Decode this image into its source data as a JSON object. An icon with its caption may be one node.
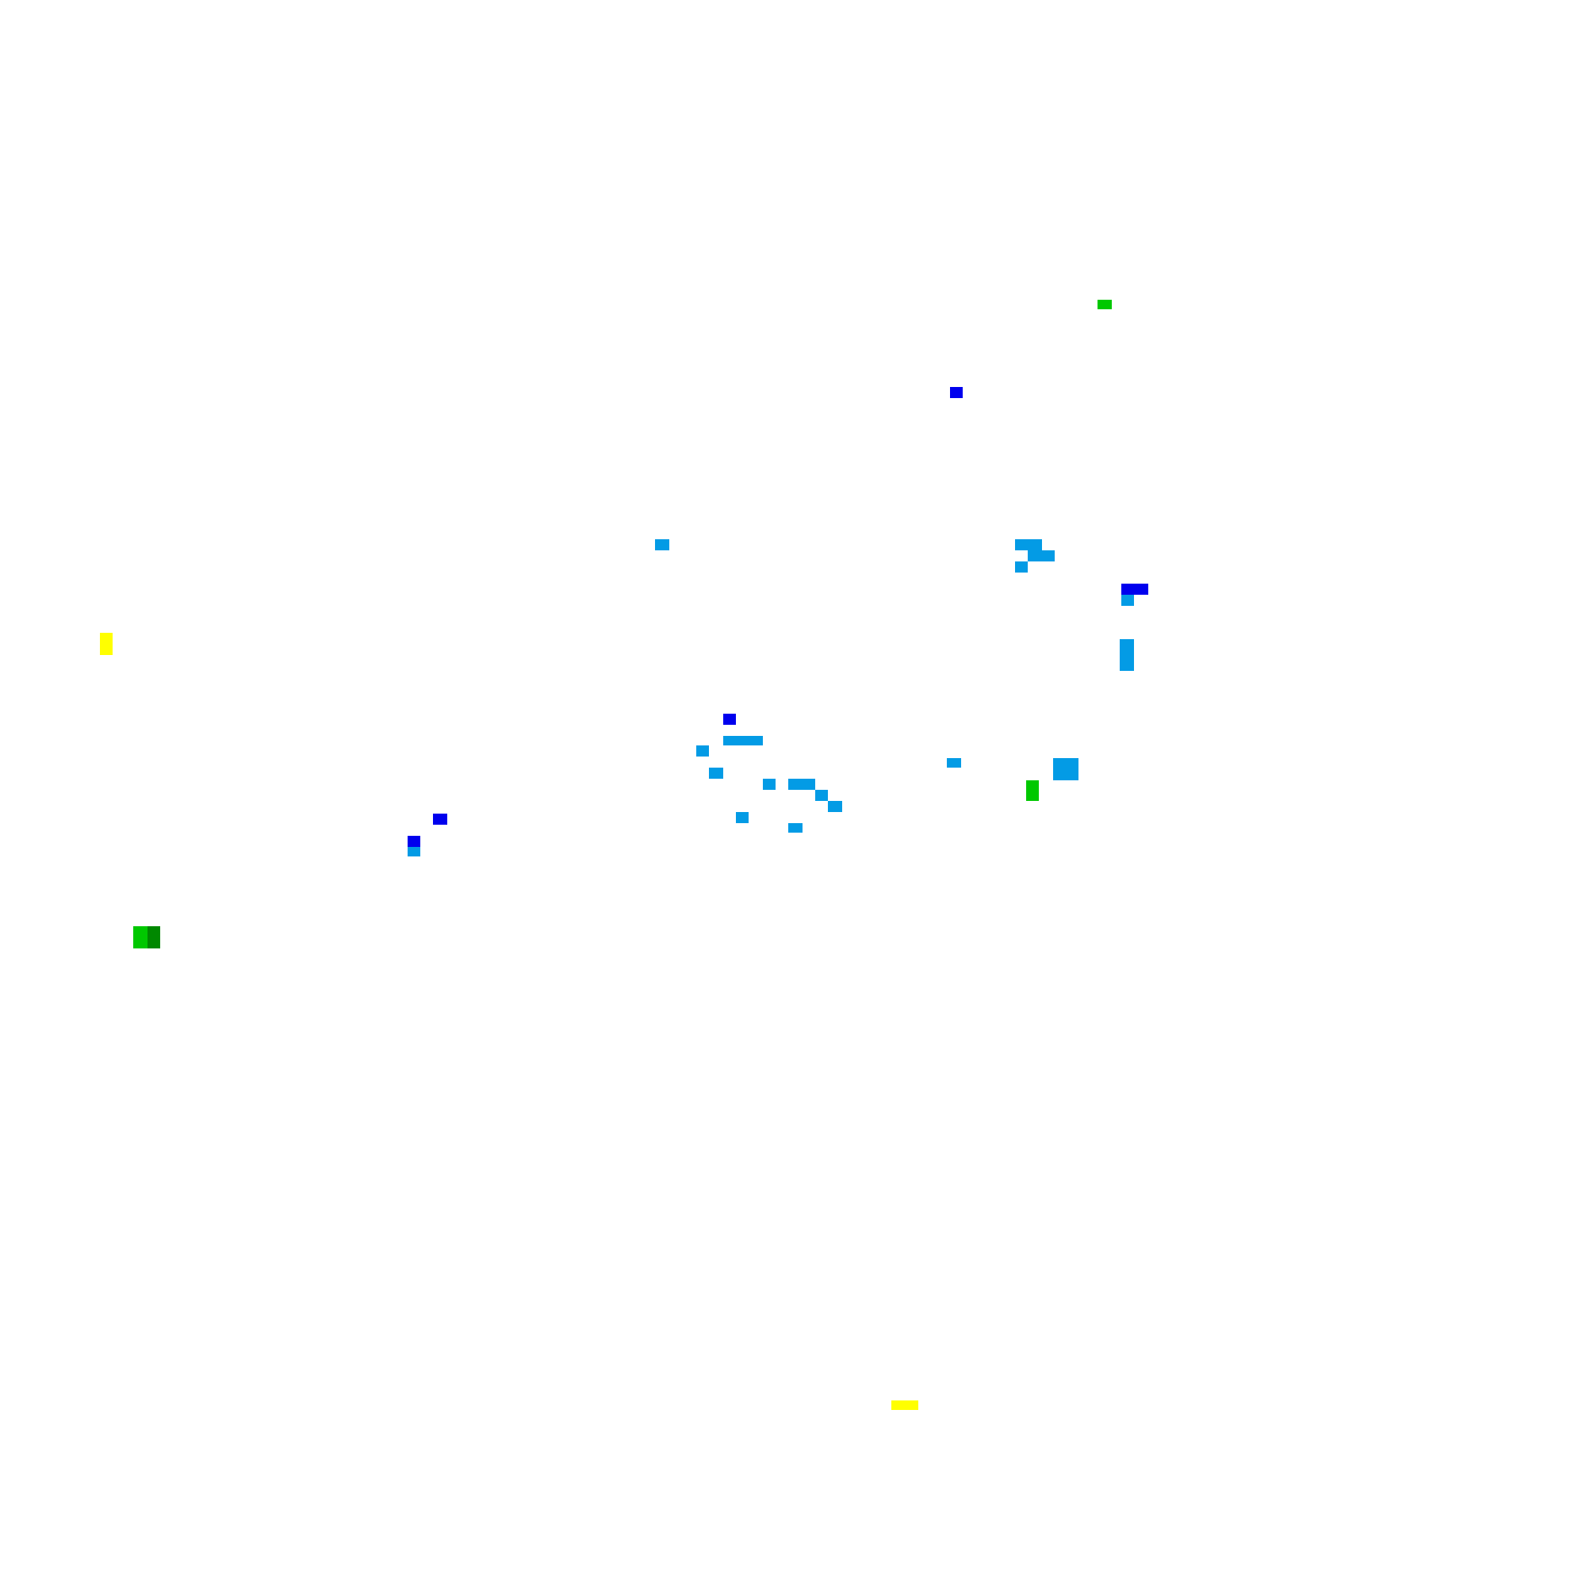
{
  "diagram": {
    "nodes": [
      {
        "text": [],
        "shape": "box"
      },
      {
        "text": [],
        "shape": "box"
      },
      {
        "text": [],
        "shape": "box"
      },
      {
        "text": [],
        "shape": "box"
      },
      {
        "text": [],
        "shape": "box"
      },
      {
        "text": [],
        "shape": "box"
      },
      {
        "text": [],
        "shape": "box"
      },
      {
        "text": [],
        "shape": "box"
      },
      {
        "text": [],
        "shape": "box"
      },
      {
        "text": [],
        "shape": "box"
      },
      {
        "text": [],
        "shape": "box"
      },
      {
        "text": [],
        "shape": "box"
      },
      {
        "text": [],
        "shape": "box"
      },
      {
        "text": [],
        "shape": "box"
      },
      {
        "text": [],
        "shape": "box"
      },
      {
        "text": [],
        "shape": "box"
      },
      {
        "text": [],
        "shape": "box"
      },
      {
        "text": [],
        "shape": "box"
      },
      {
        "text": [],
        "shape": "box"
      },
      {
        "text": [],
        "shape": "box"
      },
      {
        "text": [],
        "shape": "box"
      },
      {
        "text": [],
        "shape": "box"
      },
      {
        "text": [],
        "shape": "box"
      },
      {
        "text": [],
        "shape": "box"
      },
      {
        "text": [],
        "shape": "box"
      },
      {
        "text": [],
        "shape": "box"
      },
      {
        "text": [],
        "shape": "box"
      },
      {
        "text": [],
        "shape": "box"
      },
      {
        "text": [],
        "shape": "box"
      }
    ]
  }
}
